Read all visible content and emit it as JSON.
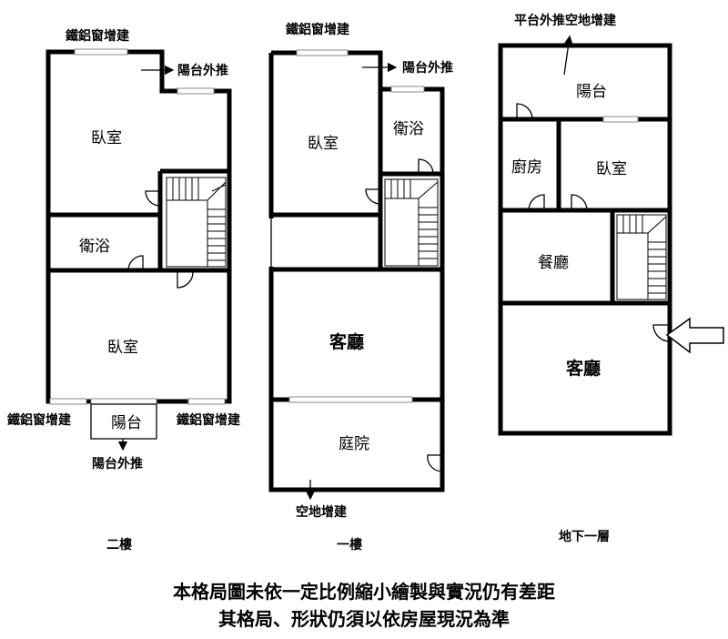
{
  "floor2": {
    "label": "二樓",
    "bedroom_top": "臥室",
    "bath": "衛浴",
    "bedroom_bottom": "臥室",
    "balcony": "陽台",
    "note_window_top": "鐵鋁窗增建",
    "note_balcony_push": "陽台外推",
    "note_window_left": "鐵鋁窗增建",
    "note_window_right": "鐵鋁窗增建",
    "note_balcony_push_bottom": "陽台外推"
  },
  "floor1": {
    "label": "一樓",
    "bedroom": "臥室",
    "bath": "衛浴",
    "living": "客廳",
    "courtyard": "庭院",
    "note_window_top": "鐵鋁窗增建",
    "note_balcony_push": "陽台外推",
    "note_open_space": "空地增建"
  },
  "basement": {
    "label": "地下一層",
    "balcony": "陽台",
    "kitchen": "廚房",
    "bedroom": "臥室",
    "dining": "餐廳",
    "living": "客廳",
    "note_top": "平台外推空地增建"
  },
  "disclaimer": {
    "line1": "本格局圖未依一定比例縮小繪製與實況仍有差距",
    "line2": "其格局、形狀仍須以依房屋現況為準"
  }
}
